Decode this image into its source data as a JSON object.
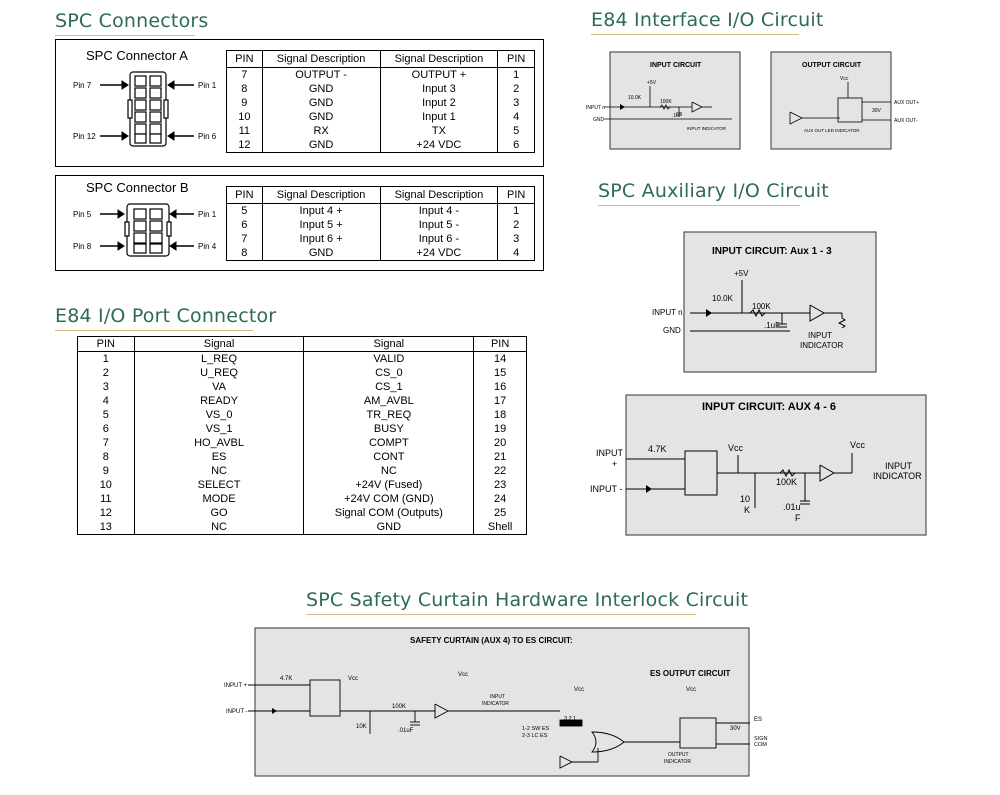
{
  "headings": {
    "spc_connectors": "SPC Connectors",
    "e84_interface": "E84 Interface I/O Circuit",
    "spc_aux": "SPC Auxiliary I/O Circuit",
    "e84_port": "E84 I/O Port Connector",
    "safety_curtain": "SPC Safety Curtain Hardware Interlock Circuit"
  },
  "connector_a": {
    "title": "SPC Connector A",
    "pin_left_top": "Pin 7",
    "pin_right_top": "Pin 1",
    "pin_left_bottom": "Pin 12",
    "pin_right_bottom": "Pin 6",
    "headers": [
      "PIN",
      "Signal Description",
      "Signal Description",
      "PIN"
    ],
    "rows": [
      [
        "7",
        "OUTPUT -",
        "OUTPUT +",
        "1"
      ],
      [
        "8",
        "GND",
        "Input 3",
        "2"
      ],
      [
        "9",
        "GND",
        "Input 2",
        "3"
      ],
      [
        "10",
        "GND",
        "Input 1",
        "4"
      ],
      [
        "11",
        "RX",
        "TX",
        "5"
      ],
      [
        "12",
        "GND",
        "+24 VDC",
        "6"
      ]
    ]
  },
  "connector_b": {
    "title": "SPC Connector B",
    "pin_left_top": "Pin 5",
    "pin_right_top": "Pin 1",
    "pin_left_bottom": "Pin 8",
    "pin_right_bottom": "Pin 4",
    "headers": [
      "PIN",
      "Signal Description",
      "Signal Description",
      "PIN"
    ],
    "rows": [
      [
        "5",
        "Input 4 +",
        "Input 4 -",
        "1"
      ],
      [
        "6",
        "Input 5 +",
        "Input 5 -",
        "2"
      ],
      [
        "7",
        "Input 6 +",
        "Input 6 -",
        "3"
      ],
      [
        "8",
        "GND",
        "+24 VDC",
        "4"
      ]
    ]
  },
  "e84_table": {
    "headers": [
      "PIN",
      "Signal",
      "Signal",
      "PIN"
    ],
    "rows": [
      [
        "1",
        "L_REQ",
        "VALID",
        "14"
      ],
      [
        "2",
        "U_REQ",
        "CS_0",
        "15"
      ],
      [
        "3",
        "VA",
        "CS_1",
        "16"
      ],
      [
        "4",
        "READY",
        "AM_AVBL",
        "17"
      ],
      [
        "5",
        "VS_0",
        "TR_REQ",
        "18"
      ],
      [
        "6",
        "VS_1",
        "BUSY",
        "19"
      ],
      [
        "7",
        "HO_AVBL",
        "COMPT",
        "20"
      ],
      [
        "8",
        "ES",
        "CONT",
        "21"
      ],
      [
        "9",
        "NC",
        "NC",
        "22"
      ],
      [
        "10",
        "SELECT",
        "+24V (Fused)",
        "23"
      ],
      [
        "11",
        "MODE",
        "+24V COM (GND)",
        "24"
      ],
      [
        "12",
        "GO",
        "Signal COM (Outputs)",
        "25"
      ],
      [
        "13",
        "NC",
        "GND",
        "Shell"
      ]
    ]
  },
  "e84_input_circuit": {
    "title": "INPUT CIRCUIT",
    "v5": "+5V",
    "r1": "10.0K",
    "r2": "100K",
    "cap": ".1uF",
    "input": "INPUT n",
    "gnd": "GND",
    "indicator": "INPUT INDICATOR"
  },
  "e84_output_circuit": {
    "title": "OUTPUT CIRCUIT",
    "vcc": "Vcc",
    "v30": "30V",
    "auxout_plus": "AUX OUT+",
    "auxout_minus": "AUX OUT-",
    "indicator": "AUX OUT LED INDICATOR"
  },
  "aux13": {
    "title": "INPUT CIRCUIT:  Aux 1 - 3",
    "v5": "+5V",
    "r1": "10.0K",
    "r2": "100K",
    "cap": ".1uF",
    "input": "INPUT n",
    "gnd": "GND",
    "indicator_1": "INPUT",
    "indicator_2": "INDICATOR"
  },
  "aux46": {
    "title": "INPUT CIRCUIT:  AUX 4 - 6",
    "input_plus_1": "INPUT",
    "input_plus_2": "+",
    "input_minus": "INPUT -",
    "r1": "4.7K",
    "vcc1": "Vcc",
    "vcc2": "Vcc",
    "r2": "100K",
    "r3_1": "10",
    "r3_2": "K",
    "cap_1": ".01u",
    "cap_2": "F",
    "indicator_1": "INPUT",
    "indicator_2": "INDICATOR"
  },
  "safety": {
    "title": "SAFETY CURTAIN (AUX 4) TO ES CIRCUIT:",
    "es_title": "ES OUTPUT CIRCUIT",
    "input_plus": "INPUT +",
    "input_minus": "INPUT -",
    "r1": "4.7K",
    "vcc1": "Vcc",
    "vcc2": "Vcc",
    "vcc3": "Vcc",
    "vcc4": "Vcc",
    "r2": "100K",
    "r3": "10K",
    "cap": ".01uF",
    "indicator_1": "INPUT",
    "indicator_2": "INDICATOR",
    "switch_1": "1-2  SW ES",
    "switch_2": "2-3  LC ES",
    "jumper": "3  2  1",
    "v30": "30V",
    "es": "ES",
    "sign_1": "SIGN",
    "sign_2": "COM",
    "out_ind_1": "OUTPUT",
    "out_ind_2": "INDICATOR"
  }
}
